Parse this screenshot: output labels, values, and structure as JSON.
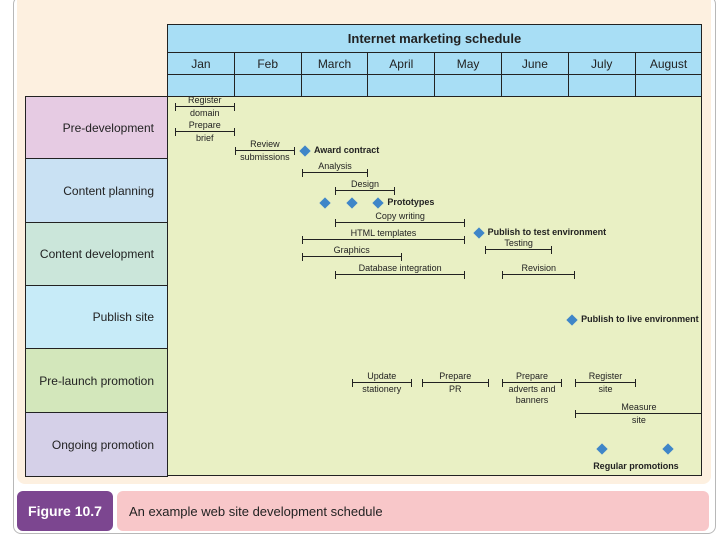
{
  "chart_data": {
    "type": "gantt",
    "title": "Internet marketing schedule",
    "months": [
      "Jan",
      "Feb",
      "March",
      "April",
      "May",
      "June",
      "July",
      "August"
    ],
    "phases": [
      {
        "label": "Pre-development",
        "color": "#e6cbe3"
      },
      {
        "label": "Content planning",
        "color": "#c9e1f3"
      },
      {
        "label": "Content development",
        "color": "#cbe6da"
      },
      {
        "label": "Publish site",
        "color": "#c7ebf8"
      },
      {
        "label": "Pre-launch promotion",
        "color": "#d3e7bb"
      },
      {
        "label": "Ongoing promotion",
        "color": "#d5d0e8"
      }
    ],
    "tasks": [
      {
        "lines": [
          "Register",
          "domain"
        ],
        "start": 0.1,
        "end": 1.0
      },
      {
        "lines": [
          "Prepare",
          "brief"
        ],
        "start": 0.1,
        "end": 1.0
      },
      {
        "lines": [
          "Review",
          "submissions"
        ],
        "start": 1.0,
        "end": 1.9
      },
      {
        "lines": [
          "Analysis"
        ],
        "start": 2.0,
        "end": 3.0
      },
      {
        "lines": [
          "Design"
        ],
        "start": 2.5,
        "end": 3.4
      },
      {
        "lines": [
          "Copy writing"
        ],
        "start": 2.5,
        "end": 4.45
      },
      {
        "lines": [
          "HTML templates"
        ],
        "start": 2.0,
        "end": 4.45
      },
      {
        "lines": [
          "Testing"
        ],
        "start": 4.75,
        "end": 5.75
      },
      {
        "lines": [
          "Graphics"
        ],
        "start": 2.0,
        "end": 3.5
      },
      {
        "lines": [
          "Database integration"
        ],
        "start": 2.5,
        "end": 4.45
      },
      {
        "lines": [
          "Revision"
        ],
        "start": 5.0,
        "end": 6.1
      },
      {
        "lines": [
          "Update",
          "stationery"
        ],
        "start": 2.75,
        "end": 3.65
      },
      {
        "lines": [
          "Prepare",
          "PR"
        ],
        "start": 3.8,
        "end": 4.8
      },
      {
        "lines": [
          "Prepare",
          "adverts and",
          "banners"
        ],
        "start": 5.0,
        "end": 5.9
      },
      {
        "lines": [
          "Register",
          "site"
        ],
        "start": 6.1,
        "end": 7.0
      },
      {
        "lines": [
          "Measure",
          "site"
        ],
        "start": 6.1,
        "end": 8.0
      }
    ],
    "milestones": [
      {
        "label": "Award contract",
        "at": [
          2.05
        ]
      },
      {
        "label": "Prototypes",
        "at": [
          2.35,
          2.75,
          3.15
        ]
      },
      {
        "label": "Publish to test environment",
        "at": [
          4.65
        ]
      },
      {
        "label": "Publish to live environment",
        "at": [
          6.05
        ]
      },
      {
        "label": "Regular promotions",
        "at": [
          6.5,
          7.48
        ]
      }
    ]
  },
  "figure": {
    "label": "Figure 10.7",
    "caption": "An example web site development schedule"
  }
}
